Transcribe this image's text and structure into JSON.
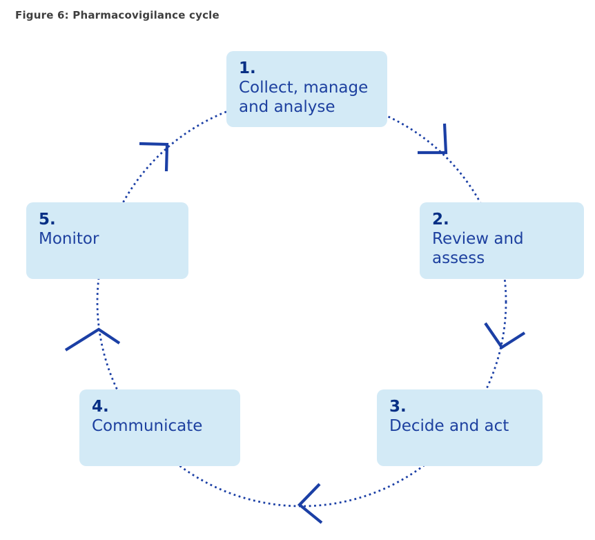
{
  "figure": {
    "title": "Figure 6: Pharmacovigilance cycle"
  },
  "cycle": {
    "direction": "clockwise",
    "steps": [
      {
        "number": "1.",
        "label": "Collect, manage\nand analyse",
        "position": "top"
      },
      {
        "number": "2.",
        "label": "Review and\nassess",
        "position": "right"
      },
      {
        "number": "3.",
        "label": "Decide and act",
        "position": "bottom-right"
      },
      {
        "number": "4.",
        "label": "Communicate",
        "position": "bottom-left"
      },
      {
        "number": "5.",
        "label": "Monitor",
        "position": "left"
      }
    ]
  },
  "colors": {
    "box_fill": "#d3eaf6",
    "step_number": "#062f85",
    "step_label": "#1d409f",
    "arc_and_arrows": "#1b3fa5",
    "title": "#3f3f3f",
    "background": "#ffffff"
  }
}
